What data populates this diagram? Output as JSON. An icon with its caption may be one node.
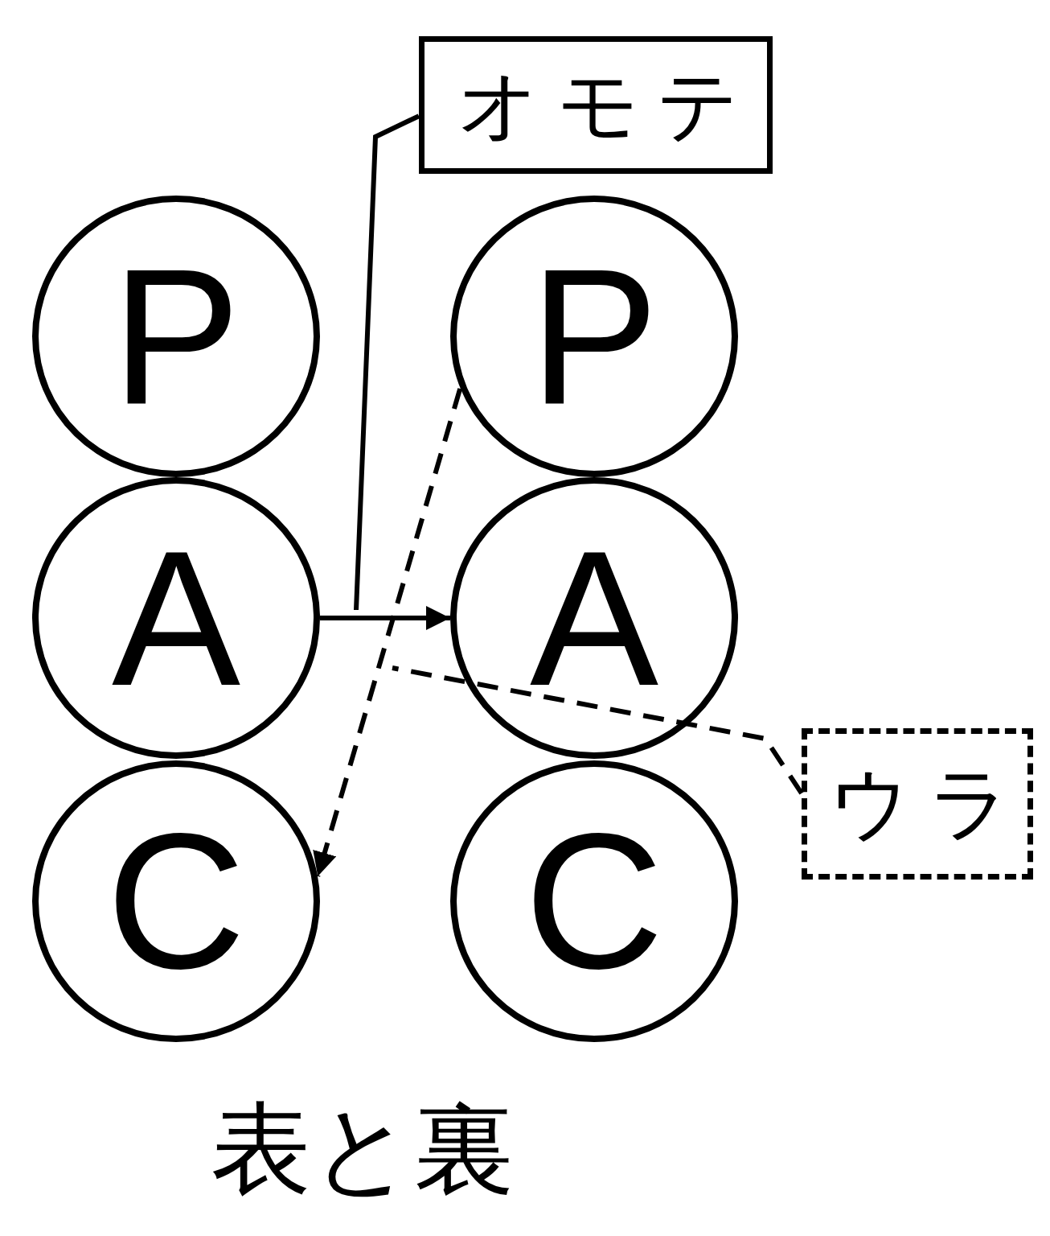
{
  "diagram": {
    "caption": "表と裏",
    "nodes": [
      {
        "text": [
          "オモテ"
        ]
      },
      {
        "text": [
          "P"
        ]
      },
      {
        "text": [
          "P"
        ]
      },
      {
        "text": [
          "A"
        ]
      },
      {
        "text": [
          "A"
        ]
      },
      {
        "text": [
          "C"
        ]
      },
      {
        "text": [
          "C"
        ]
      },
      {
        "text": [
          "ウラ"
        ]
      }
    ],
    "edges": [
      {
        "from": 3,
        "to": 4,
        "arrow": "to"
      },
      {
        "from": 2,
        "to": 5,
        "arrow": "to",
        "style": "dashed"
      },
      {
        "from": 0,
        "to": null,
        "arrow": "none"
      },
      {
        "from": 7,
        "to": null,
        "arrow": "none",
        "style": "dashed"
      }
    ]
  }
}
